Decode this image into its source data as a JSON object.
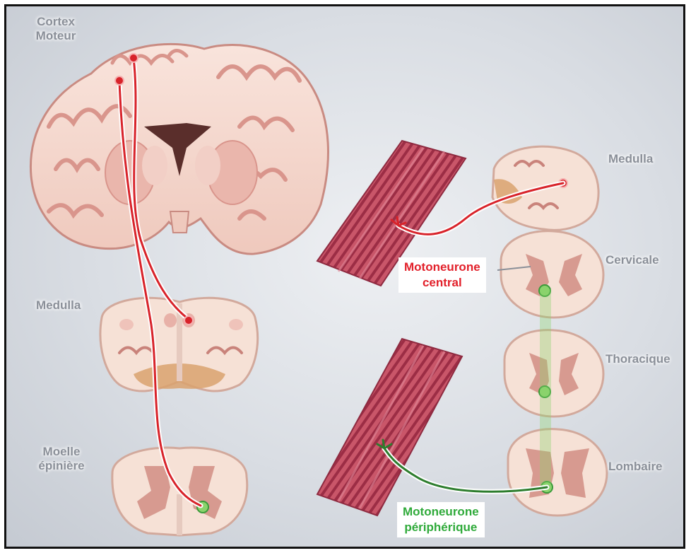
{
  "labels": {
    "cortex_line1": "Cortex",
    "cortex_line2": "Moteur",
    "medulla_left": "Medulla",
    "moelle_line1": "Moelle",
    "moelle_line2": "épinière",
    "medulla_right": "Medulla",
    "cervicale": "Cervicale",
    "thoracique": "Thoracique",
    "lombaire": "Lombaire"
  },
  "callouts": {
    "central_line1": "Motoneurone",
    "central_line2": "central",
    "peripheral_line1": "Motoneurone",
    "peripheral_line2": "périphérique"
  },
  "colors": {
    "upper_motor_neuron": "#d8232a",
    "lower_motor_neuron": "#3a9a3a",
    "tissue": "#f6e1d6",
    "gray_matter": "#d79a90",
    "muscle": "#c24a5e"
  }
}
